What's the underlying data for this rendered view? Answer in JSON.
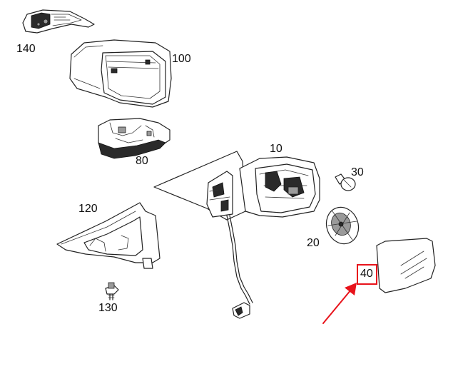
{
  "parts": [
    {
      "id": "140",
      "label": "140"
    },
    {
      "id": "100",
      "label": "100"
    },
    {
      "id": "80",
      "label": "80"
    },
    {
      "id": "10",
      "label": "10"
    },
    {
      "id": "30",
      "label": "30"
    },
    {
      "id": "120",
      "label": "120"
    },
    {
      "id": "20",
      "label": "20"
    },
    {
      "id": "40",
      "label": "40"
    },
    {
      "id": "130",
      "label": "130"
    }
  ],
  "highlight": {
    "part": "40",
    "color": "#e8131b"
  }
}
